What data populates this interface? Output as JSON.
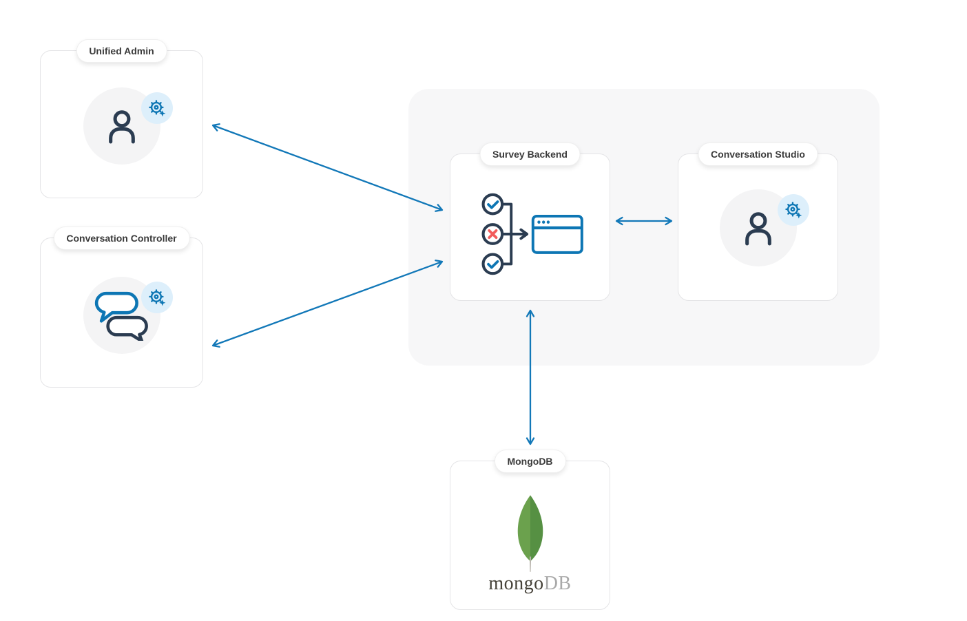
{
  "diagram": {
    "nodes": {
      "unified_admin": {
        "label": "Unified Admin",
        "icon": "person-icon + gear-sparkle-icon"
      },
      "conversation_controller": {
        "label": "Conversation Controller",
        "icon": "chat-bubbles-icon + gear-sparkle-icon"
      },
      "survey_backend": {
        "label": "Survey Backend",
        "icon": "survey-workflow-icon"
      },
      "conversation_studio": {
        "label": "Conversation Studio",
        "icon": "person-icon + gear-sparkle-icon"
      },
      "mongodb": {
        "label": "MongoDB",
        "icon": "mongodb-leaf-icon",
        "wordmark": {
          "prefix": "mongo",
          "suffix": "DB"
        }
      }
    },
    "connections": [
      {
        "from": "unified_admin",
        "to": "survey_backend",
        "bidirectional": true
      },
      {
        "from": "conversation_controller",
        "to": "survey_backend",
        "bidirectional": true
      },
      {
        "from": "survey_backend",
        "to": "conversation_studio",
        "bidirectional": true
      },
      {
        "from": "survey_backend",
        "to": "mongodb",
        "bidirectional": true
      }
    ],
    "colors": {
      "arrow_blue": "#1278b8",
      "icon_blue": "#0d76b4",
      "icon_navy": "#2b3c51",
      "icon_red": "#f25c5c",
      "badge_bg": "#ddeffb",
      "avatar_bg": "#f4f4f5",
      "container_bg": "#f7f7f8",
      "leaf_green_left": "#6ba14d",
      "leaf_green_right": "#569043",
      "leaf_stem": "#b6b2aa",
      "wordmark_dark": "#464239",
      "wordmark_light": "#a9a9a9"
    }
  }
}
